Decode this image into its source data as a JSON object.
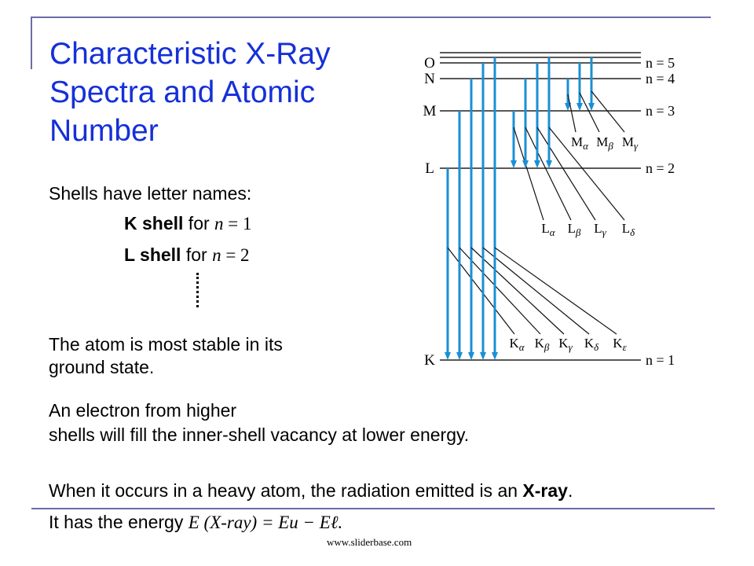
{
  "slide": {
    "title": "Characteristic X-Ray Spectra and Atomic Number",
    "shells_intro": "Shells have letter names:",
    "k_shell": {
      "bold": "K shell",
      "rest": " for ",
      "var": "n",
      "eq": " = 1"
    },
    "l_shell": {
      "bold": "L shell",
      "rest": " for ",
      "var": "n",
      "eq": " = 2"
    },
    "stable_line1": "The atom is most stable in its",
    "stable_line2": "ground state.",
    "electron_line1": "An electron from higher",
    "electron_line2": "shells will fill the inner-shell vacancy at lower energy.",
    "xray_text": "When it occurs in a heavy atom, the radiation emitted is an ",
    "xray_bold": "X-ray",
    "xray_end": ".",
    "energy_text": "It has the energy ",
    "energy_formula": "E (X-ray) = Eu − Eℓ.",
    "footer": "www.sliderbase.com"
  },
  "diagram": {
    "arrow_color": "#1a8fd6",
    "shells": [
      {
        "letter": "O",
        "n_label": "n = 5"
      },
      {
        "letter": "N",
        "n_label": "n = 4"
      },
      {
        "letter": "M",
        "n_label": "n = 3"
      },
      {
        "letter": "L",
        "n_label": "n = 2"
      },
      {
        "letter": "K",
        "n_label": "n = 1"
      }
    ],
    "series": [
      {
        "name": "K",
        "labels": [
          "Kα",
          "Kβ",
          "Kγ",
          "Kδ",
          "Kε"
        ]
      },
      {
        "name": "L",
        "labels": [
          "Lα",
          "Lβ",
          "Lγ",
          "Lδ"
        ]
      },
      {
        "name": "M",
        "labels": [
          "Mα",
          "Mβ",
          "Mγ"
        ]
      }
    ]
  }
}
